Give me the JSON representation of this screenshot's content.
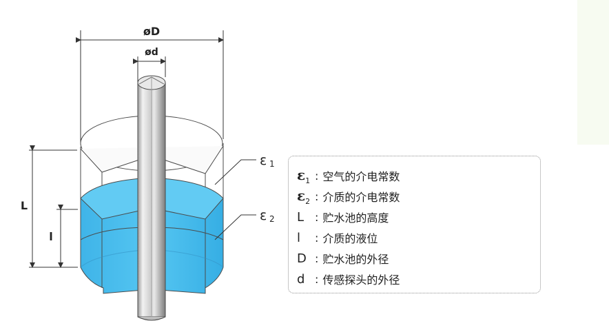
{
  "labels": {
    "outer_diameter": "øD",
    "inner_diameter": "ød",
    "total_height": "L",
    "level_height": "l",
    "eps1": {
      "symbol": "ε",
      "subscript": "1"
    },
    "eps2": {
      "symbol": "ε",
      "subscript": "2"
    }
  },
  "legend": [
    {
      "symbol": "ε",
      "subscript": "1",
      "description": "空气的介电常数"
    },
    {
      "symbol": "ε",
      "subscript": "2",
      "description": "介质的介电常数"
    },
    {
      "symbol": "L",
      "subscript": "",
      "description": "贮水池的高度"
    },
    {
      "symbol": "l",
      "subscript": "",
      "description": "介质的液位"
    },
    {
      "symbol": "D",
      "subscript": "",
      "description": "贮水池的外径"
    },
    {
      "symbol": "d",
      "subscript": "",
      "description": "传感探头的外径"
    }
  ],
  "colors": {
    "liquid": "#4cc0ee",
    "liquid_dark": "#2aa3dc",
    "outline": "#4a4a4a",
    "rod_light": "#e6e6e6",
    "rod_dark": "#8a8a8a"
  }
}
